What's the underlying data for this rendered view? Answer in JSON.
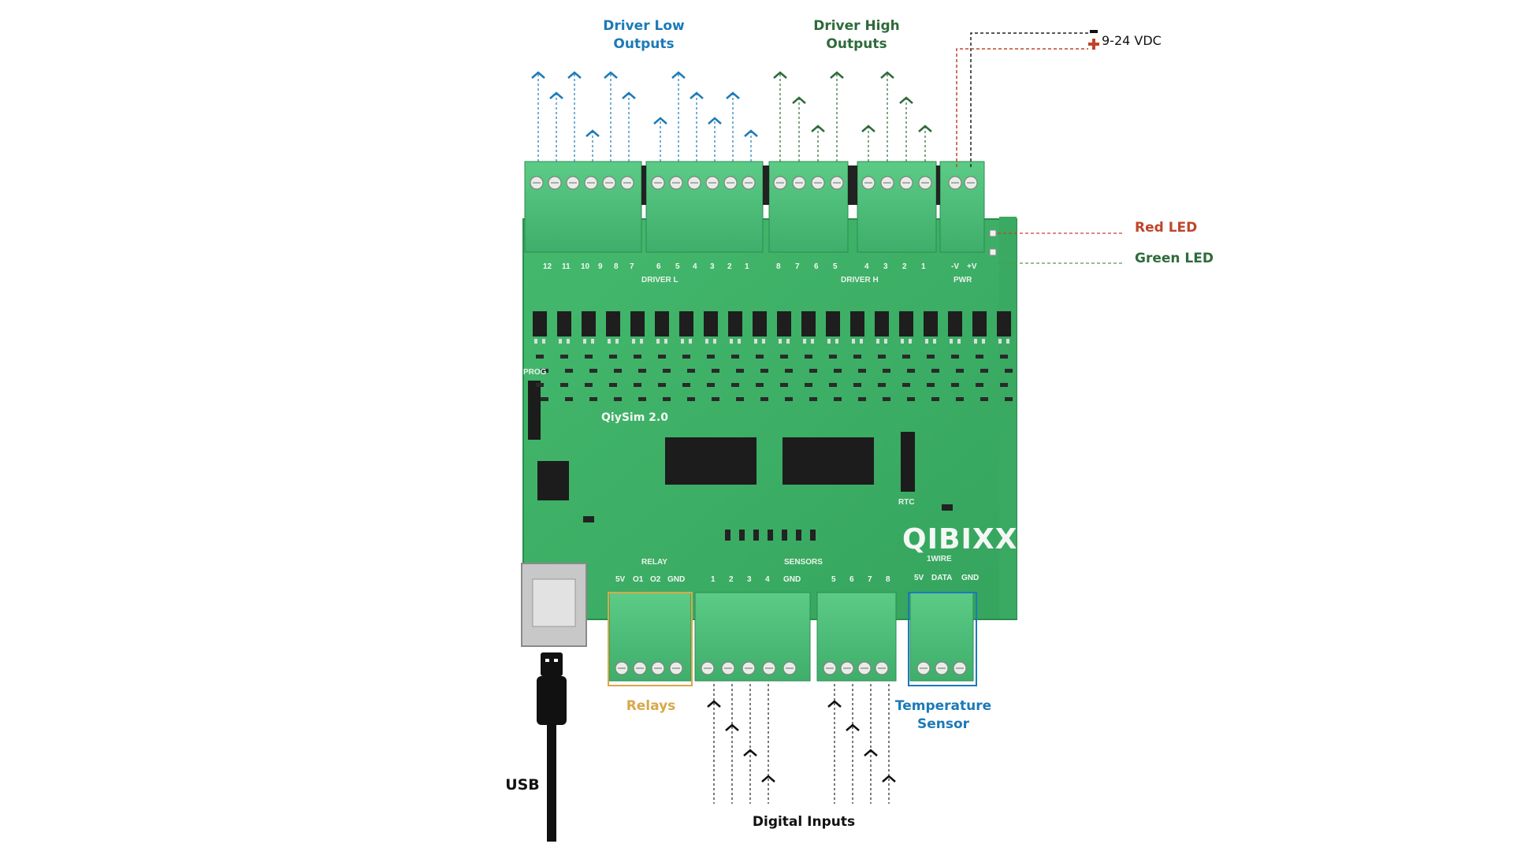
{
  "labels": {
    "driver_low": "Driver Low\nOutputs",
    "driver_high": "Driver High\nOutputs",
    "power": "9-24 VDC",
    "power_minus": "-",
    "power_plus": "+",
    "red_led": "Red LED",
    "green_led": "Green LED",
    "relays": "Relays",
    "temperature": "Temperature\nSensor",
    "usb": "USB",
    "digital_inputs": "Digital Inputs"
  },
  "board": {
    "brand": "QIBIXX",
    "model": "QiySim 2.0",
    "silk_driver_l": "DRIVER L",
    "silk_driver_h": "DRIVER H",
    "silk_pwr": "PWR",
    "silk_prog": "PROG",
    "silk_rtc": "RTC",
    "silk_relay": "RELAY",
    "silk_sensors": "SENSORS",
    "silk_1wire": "1WIRE",
    "pins_top": [
      "12",
      "11",
      "10",
      "9",
      "8",
      "7",
      "6",
      "5",
      "4",
      "3",
      "2",
      "1",
      "8",
      "7",
      "6",
      "5",
      "4",
      "3",
      "2",
      "1",
      "-V",
      "+V"
    ],
    "relay_pins": [
      "5V",
      "O1",
      "O2",
      "GND"
    ],
    "sensor_pins_a": [
      "1",
      "2",
      "3",
      "4",
      "GND"
    ],
    "sensor_pins_b": [
      "5",
      "6",
      "7",
      "8"
    ],
    "wire_pins": [
      "5V",
      "DATA",
      "GND"
    ]
  },
  "colors": {
    "driver_low": "#1c7ab8",
    "driver_high": "#2e6b3a",
    "red_led": "#c0452a",
    "green_led": "#4f9a4f",
    "relays": "#d9a84a",
    "temperature": "#1c7ab8",
    "pcb": "#3fb46a",
    "terminal": "#4dbf7a"
  }
}
